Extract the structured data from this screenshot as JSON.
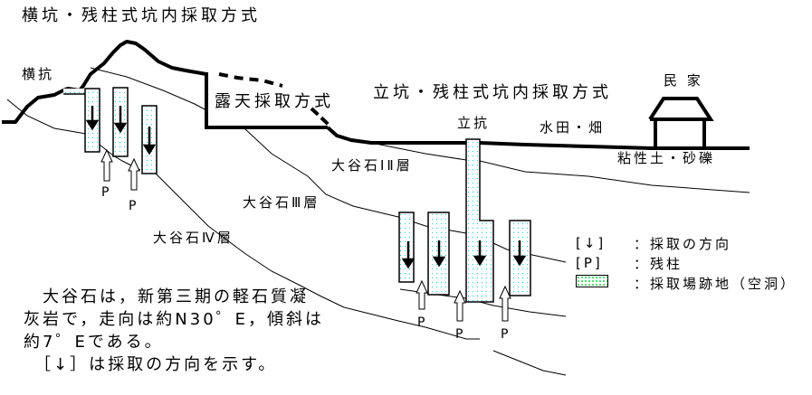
{
  "titles": {
    "yokokou_method": "横坑・残柱式坑内採取方式",
    "open_pit_method": "露天採取方式",
    "tatekou_method": "立坑・残柱式坑内採取方式"
  },
  "labels": {
    "yokokou": "横抗",
    "tatekou": "立抗",
    "house": "民 家",
    "paddy_field": "水田・畑",
    "surface_soil": "粘性土・砂礫",
    "layer_1_2": "大谷石ⅠⅡ層",
    "layer_3": "大谷石Ⅲ層",
    "layer_4": "大谷石Ⅳ層",
    "pillar": "P"
  },
  "legend": {
    "items": [
      {
        "key": "[↓]",
        "desc": "：採取の方向"
      },
      {
        "key": "[P]",
        "desc": "：残柱"
      },
      {
        "key": "swatch",
        "desc": "：採取場跡地（空洞）"
      }
    ]
  },
  "note": {
    "lines": [
      "　大谷石は，新第三期の軽石質凝",
      "灰岩で，走向は約N30゜E，傾斜は",
      "約7゜Eである。",
      "　［↓］は採取の方向を示す。"
    ]
  },
  "colors": {
    "cavity_dots": "#22cccc",
    "legend_dots": "#22cc44",
    "line": "#000000"
  }
}
